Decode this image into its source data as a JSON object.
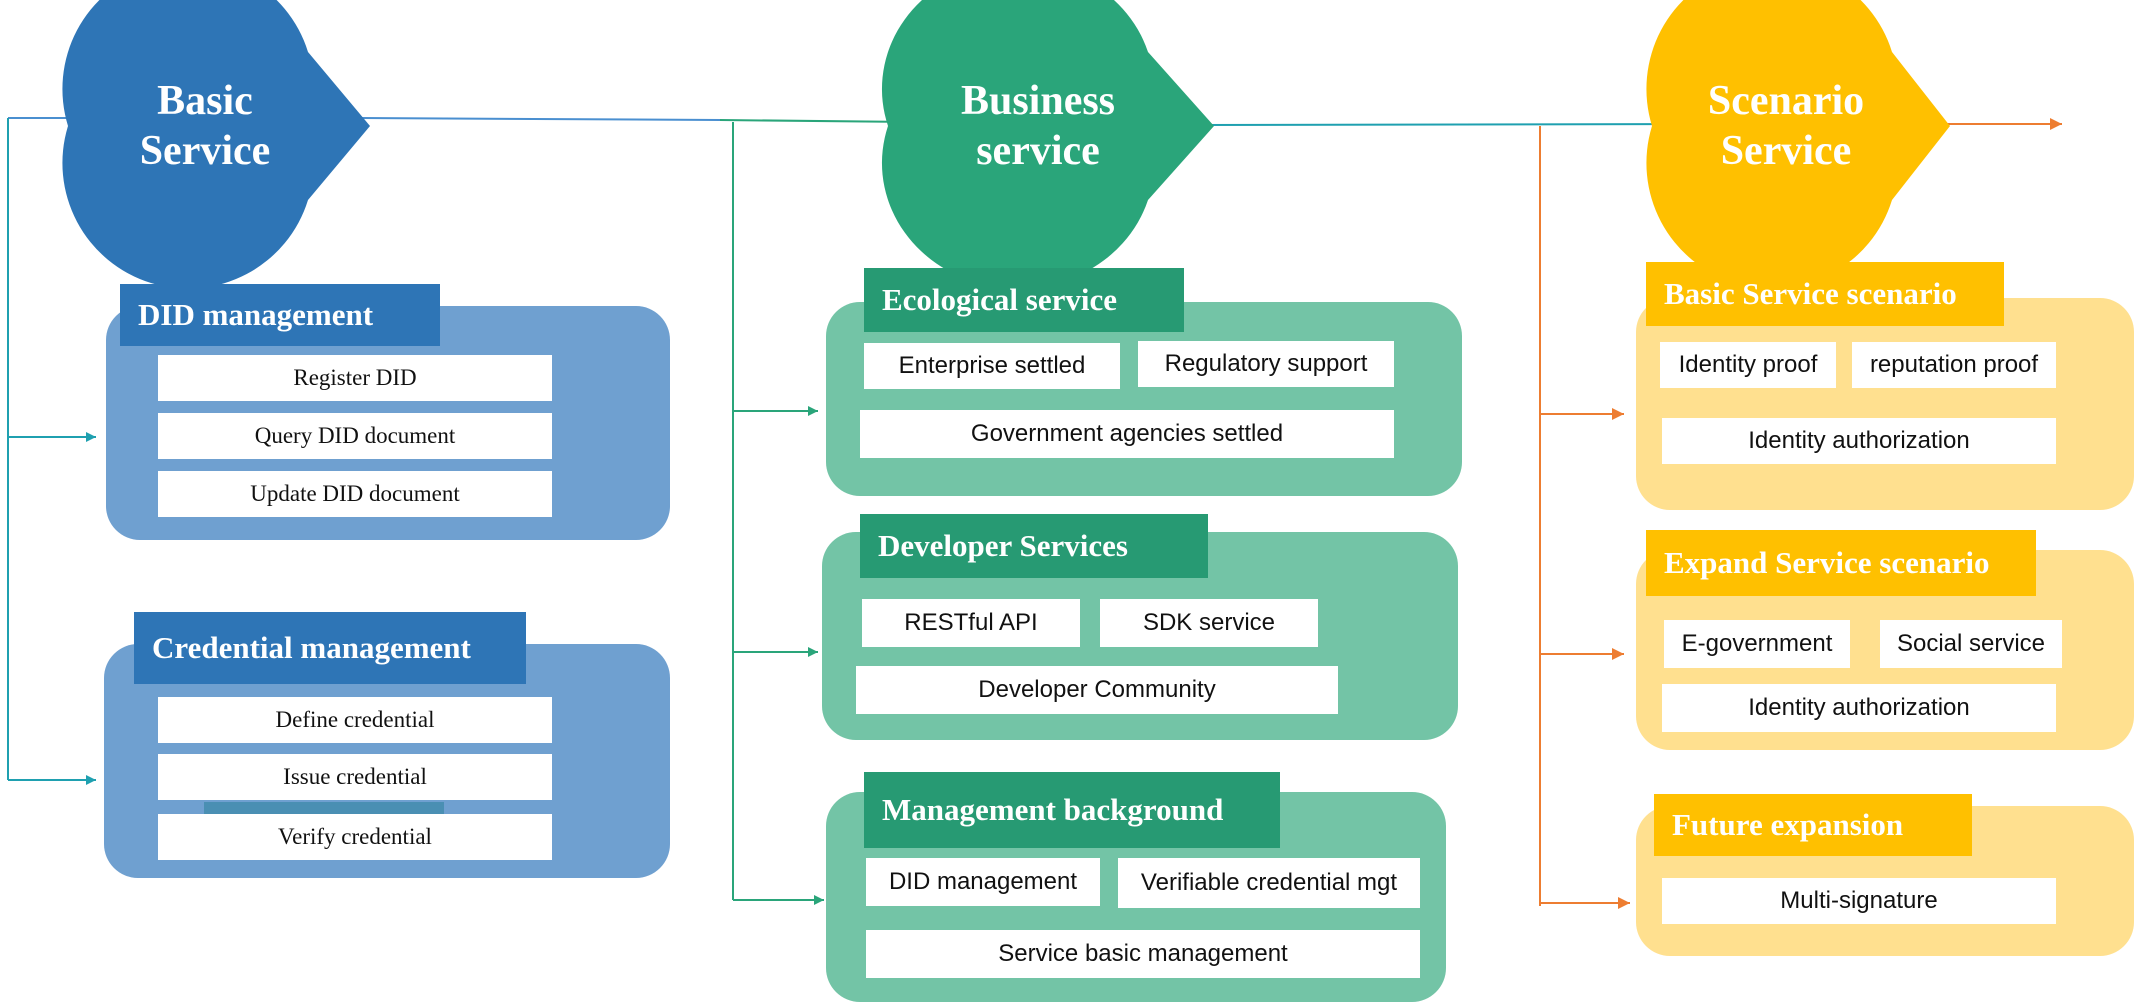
{
  "colors": {
    "basic": "#2e75b6",
    "basic_panel": "#6fa0d0",
    "business": "#2aa57a",
    "business_panel": "#73c4a6",
    "business_title": "#279a73",
    "scenario": "#ffc000",
    "scenario_panel": "#ffe08f",
    "scenario_title": "#ffc000",
    "arrow_orange": "#ed7d31"
  },
  "columns": [
    {
      "bubble": [
        "Basic",
        "Service"
      ],
      "sections": [
        {
          "title": "DID management",
          "items": [
            "Register DID",
            "Query DID document",
            "Update DID document"
          ]
        },
        {
          "title": "Credential management",
          "items": [
            "Define credential",
            "Issue credential",
            "Verify credential"
          ]
        }
      ]
    },
    {
      "bubble": [
        "Business",
        "service"
      ],
      "sections": [
        {
          "title": "Ecological service",
          "items": [
            "Enterprise settled",
            "Regulatory support",
            "Government agencies settled"
          ]
        },
        {
          "title": "Developer Services",
          "items": [
            "RESTful API",
            "SDK service",
            "Developer Community"
          ]
        },
        {
          "title": "Management background",
          "items": [
            "DID management",
            "Verifiable credential mgt",
            "Service basic management"
          ]
        }
      ]
    },
    {
      "bubble": [
        "Scenario",
        "Service"
      ],
      "sections": [
        {
          "title": "Basic Service scenario",
          "items": [
            "Identity proof",
            "reputation proof",
            "Identity authorization"
          ]
        },
        {
          "title": "Expand Service scenario",
          "items": [
            "E-government",
            "Social service",
            "Identity authorization"
          ]
        },
        {
          "title": "Future expansion",
          "items": [
            "Multi-signature"
          ]
        }
      ]
    }
  ]
}
